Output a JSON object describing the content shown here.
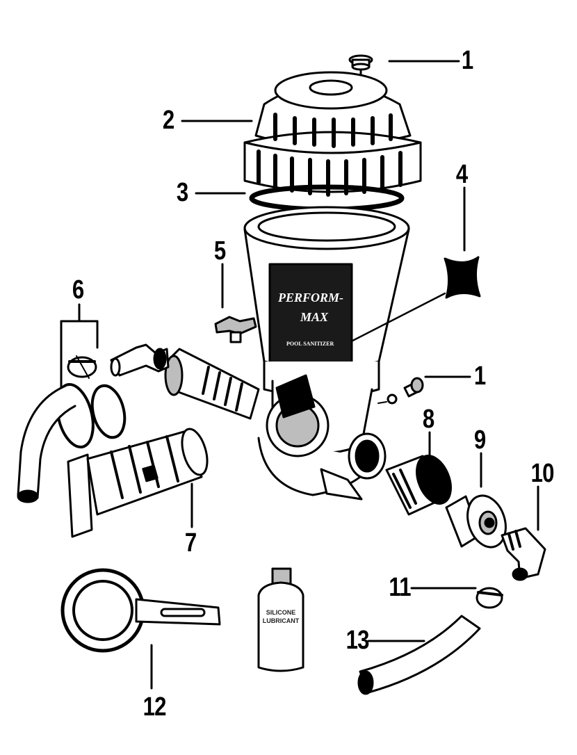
{
  "callouts": {
    "c1a": "1",
    "c2": "2",
    "c3": "3",
    "c4": "4",
    "c5": "5",
    "c6": "6",
    "c1b": "1",
    "c7": "7",
    "c8": "8",
    "c9": "9",
    "c10": "10",
    "c11": "11",
    "c12": "12",
    "c13": "13"
  },
  "brand": {
    "line1": "PERFORM-",
    "line2": "MAX",
    "line3": "POOL SANITIZER"
  },
  "bottle": {
    "line1": "SILICONE",
    "line2": "LUBRICANT"
  },
  "colors": {
    "ink": "#000000",
    "paper": "#ffffff",
    "shade": "#bdbdbd",
    "label_band": "#1a1a1a"
  }
}
